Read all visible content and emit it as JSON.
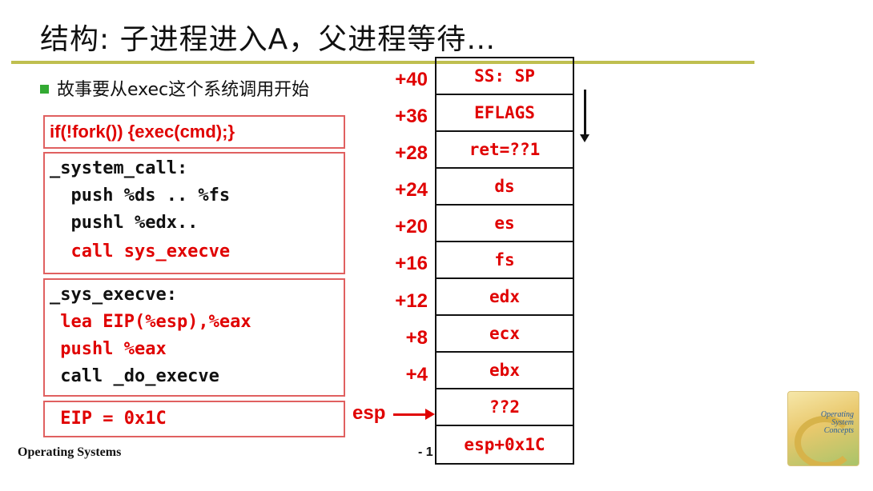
{
  "slide": {
    "title": "结构: 子进程进入A，父进程等待…",
    "bullet": "故事要从exec这个系统调用开始",
    "footer": "Operating Systems",
    "page_number": "- 1"
  },
  "code_boxes": {
    "fork_line": "if(!fork()) {exec(cmd);}",
    "system_call": {
      "line1": "_system_call:",
      "line2": "  push %ds .. %fs",
      "line3": "  pushl %edx..",
      "line4": "  call sys_execve"
    },
    "sys_execve": {
      "line1": "_sys_execve:",
      "line2": " lea EIP(%esp),%eax",
      "line3": " pushl %eax",
      "line4": " call _do_execve"
    },
    "eip_line": " EIP = 0x1C"
  },
  "stack": {
    "offsets": [
      "+40",
      "+36",
      "+28",
      "+24",
      "+20",
      "+16",
      "+12",
      "+8",
      "+4"
    ],
    "cells": [
      "SS: SP",
      "EFLAGS",
      "ret=??1",
      "ds",
      "es",
      "fs",
      "edx",
      "ecx",
      "ebx",
      "??2",
      "esp+0x1C"
    ],
    "esp_label": "esp"
  },
  "book_cover": {
    "text": "Operating System Concepts"
  },
  "colors": {
    "accent_red": "#e00000",
    "title_bar": "#bfbf4f",
    "bullet": "#33aa33"
  }
}
